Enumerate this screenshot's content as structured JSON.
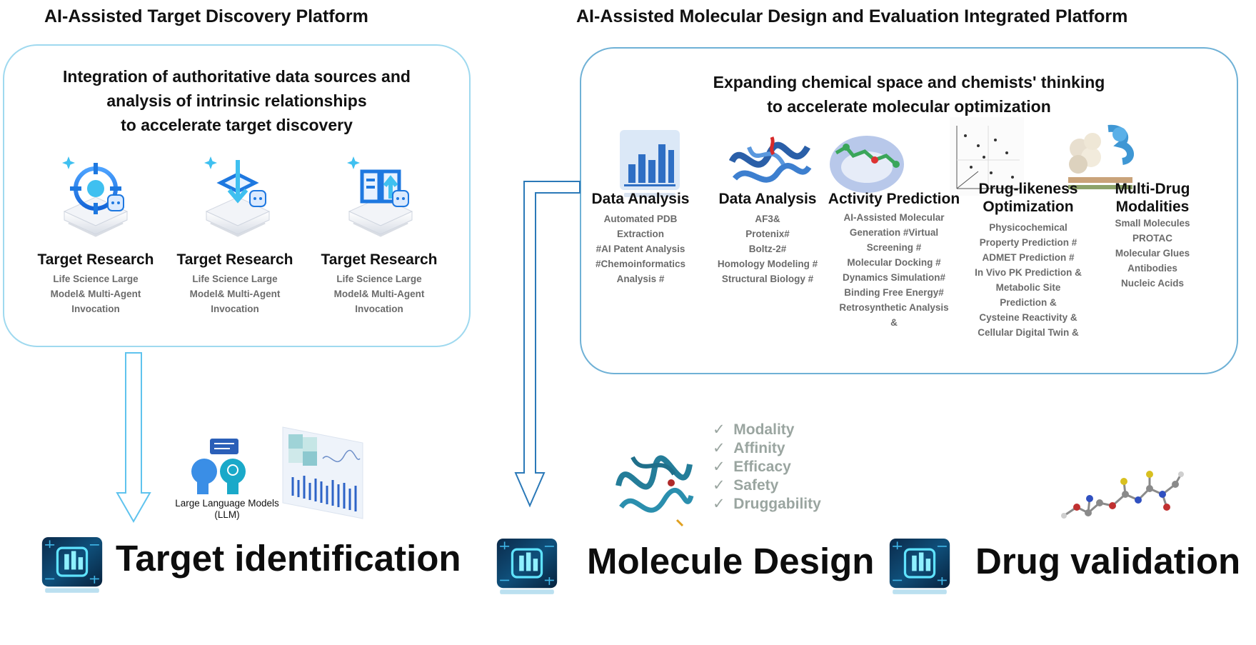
{
  "left_platform": {
    "title": "AI-Assisted Target Discovery Platform",
    "heading": [
      "Integration of authoritative data sources and",
      "analysis of intrinsic relationships",
      "to accelerate target discovery"
    ],
    "columns": [
      {
        "icon": "target-crosshair-icon",
        "title": "Target Research",
        "desc": [
          "Life Science Large",
          "Model& Multi-Agent",
          "Invocation"
        ]
      },
      {
        "icon": "download-box-icon",
        "title": "Target Research",
        "desc": [
          "Life Science Large",
          "Model& Multi-Agent",
          "Invocation"
        ]
      },
      {
        "icon": "book-upload-icon",
        "title": "Target Research",
        "desc": [
          "Life Science Large",
          "Model& Multi-Agent",
          "Invocation"
        ]
      }
    ]
  },
  "right_platform": {
    "title": "AI-Assisted Molecular Design and Evaluation Integrated Platform",
    "heading": [
      "Expanding chemical space and chemists' thinking",
      "to accelerate molecular optimization"
    ],
    "columns": [
      {
        "icon": "bar-chart-icon",
        "title": [
          "Data Analysis"
        ],
        "desc": [
          "Automated PDB",
          "Extraction",
          "#AI Patent Analysis",
          "#Chemoinformatics",
          "Analysis #"
        ]
      },
      {
        "icon": "protein-structure-icon",
        "title": [
          "Data Analysis"
        ],
        "desc": [
          "AF3&",
          "Protenix#",
          "Boltz-2#",
          "Homology Modeling #",
          "Structural Biology #"
        ]
      },
      {
        "icon": "docking-pocket-icon",
        "title": [
          "Activity Prediction"
        ],
        "desc": [
          "AI-Assisted Molecular",
          "Generation #Virtual",
          "Screening #",
          "Molecular Docking #",
          "Dynamics Simulation#",
          "Binding Free Energy#",
          "Retrosynthetic Analysis",
          "&"
        ]
      },
      {
        "icon": "vector-space-icon",
        "title": [
          "Drug-likeness",
          "Optimization"
        ],
        "desc": [
          "Physicochemical",
          "Property Prediction #",
          "ADMET Prediction #",
          "In Vivo PK Prediction &",
          "Metabolic Site",
          "Prediction &",
          "Cysteine Reactivity &",
          "Cellular Digital Twin &"
        ]
      },
      {
        "icon": "multi-modality-icon",
        "title": [
          "Multi-Drug",
          "Modalities"
        ],
        "desc": [
          "Small Molecules",
          "PROTAC",
          "Molecular Glues",
          "Antibodies",
          "Nucleic Acids"
        ]
      }
    ]
  },
  "llm": {
    "label": [
      "Large Language Models",
      "(LLM)"
    ]
  },
  "criteria": [
    "Modality",
    "Affinity",
    "Efficacy",
    "Safety",
    "Druggability"
  ],
  "stages": [
    {
      "icon": "ai-chip-icon",
      "label": "Target identification"
    },
    {
      "icon": "ai-chip-icon",
      "label": "Molecule Design"
    },
    {
      "icon": "ai-chip-icon",
      "label": "Drug validation"
    }
  ],
  "colors": {
    "accent_blue": "#1e78e0",
    "light_blue": "#9fd9ef",
    "dark_blue": "#2b79b8",
    "criteria_gray": "#9aa5a0"
  }
}
